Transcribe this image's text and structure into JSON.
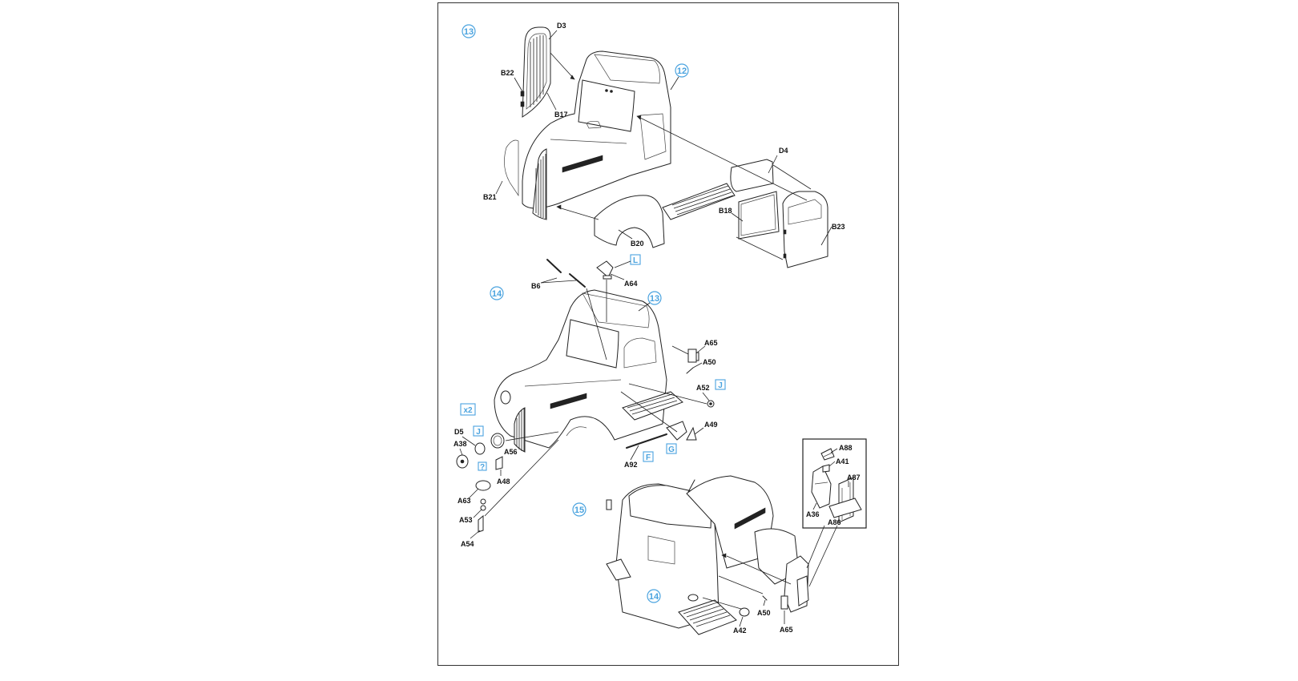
{
  "steps": [
    {
      "number": "13"
    },
    {
      "number": "14"
    },
    {
      "number": "15"
    }
  ],
  "step_refs": [
    "12",
    "13",
    "14"
  ],
  "part_labels": {
    "D3": "D3",
    "B22": "B22",
    "B17": "B17",
    "D4": "D4",
    "B21": "B21",
    "B18": "B18",
    "B23": "B23",
    "B20": "B20",
    "B6": "B6",
    "A64": "A64",
    "A65": "A65",
    "A50": "A50",
    "A52": "A52",
    "A49": "A49",
    "D5": "D5",
    "A38": "A38",
    "A56": "A56",
    "A48": "A48",
    "A63": "A63",
    "A53": "A53",
    "A54": "A54",
    "A92": "A92",
    "A88": "A88",
    "A41": "A41",
    "A87": "A87",
    "A36": "A36",
    "A86": "A86",
    "A50b": "A50",
    "A65b": "A65",
    "A42": "A42"
  },
  "callouts": {
    "L": "L",
    "J1": "J",
    "J2": "J",
    "x2": "x2",
    "q": "?",
    "F": "F",
    "G": "G"
  },
  "colors": {
    "accent": "#4aa3df",
    "line": "#222222",
    "paper": "#ffffff"
  }
}
